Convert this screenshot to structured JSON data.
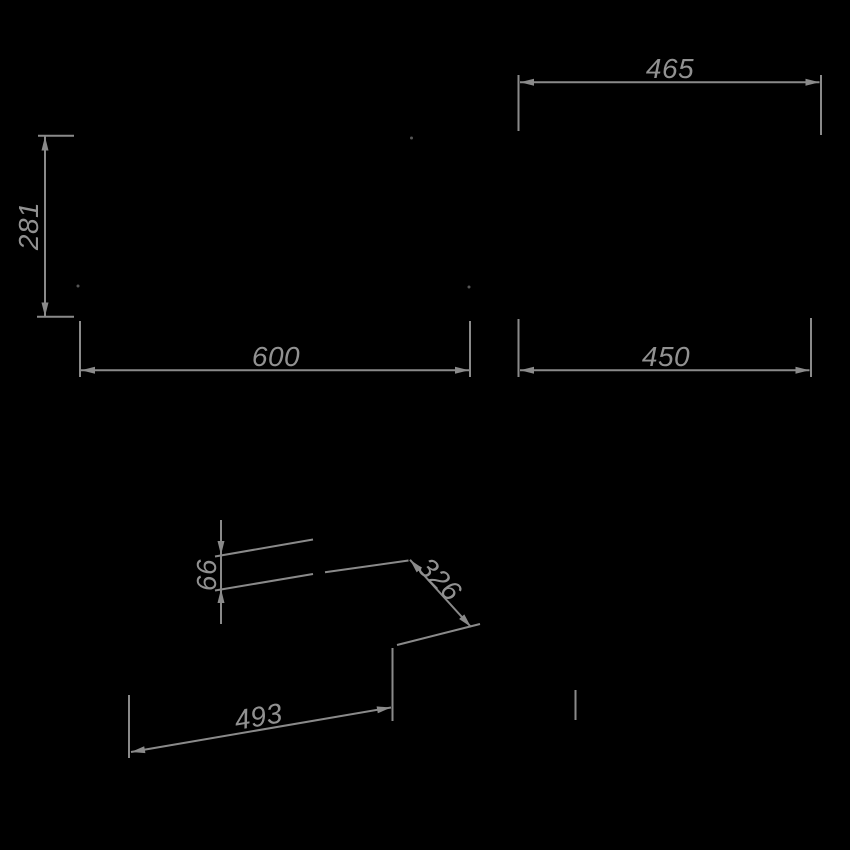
{
  "drawing": {
    "type": "technical-dimension-drawing",
    "background_color": "#000000",
    "line_color": "#8a8a8a",
    "text_color": "#919191",
    "dimensions": {
      "front_height": "281",
      "front_width": "600",
      "side_depth_overall": "465",
      "side_depth_inner": "450",
      "bowl_rim_thickness": "66",
      "bowl_diagonal_depth": "326",
      "bowl_length": "493"
    }
  }
}
